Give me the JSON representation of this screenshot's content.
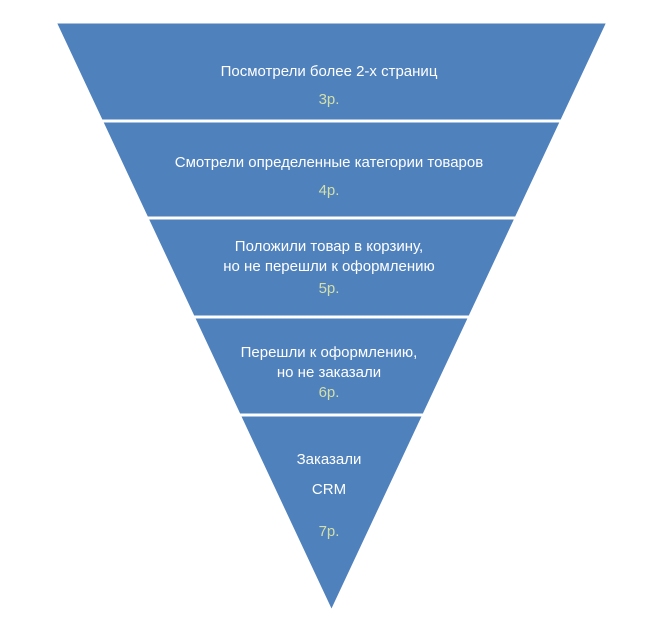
{
  "diagram": {
    "type": "inverted-funnel",
    "fill_color": "#4f81bd",
    "stroke_color": "#ffffff",
    "text_color": "#ffffff",
    "price_color": "#d4dfa8",
    "levels": [
      {
        "lines": [
          "Посмотрели более 2-х страниц"
        ],
        "price": "3р."
      },
      {
        "lines": [
          "Смотрели определенные категории товаров"
        ],
        "price": "4р."
      },
      {
        "lines": [
          "Положили товар в корзину,",
          "но не перешли к оформлению"
        ],
        "price": "5р."
      },
      {
        "lines": [
          "Перешли к оформлению,",
          "но не заказали"
        ],
        "price": "6р."
      },
      {
        "lines": [
          "Заказали",
          "CRM"
        ],
        "price": "7р."
      }
    ]
  }
}
